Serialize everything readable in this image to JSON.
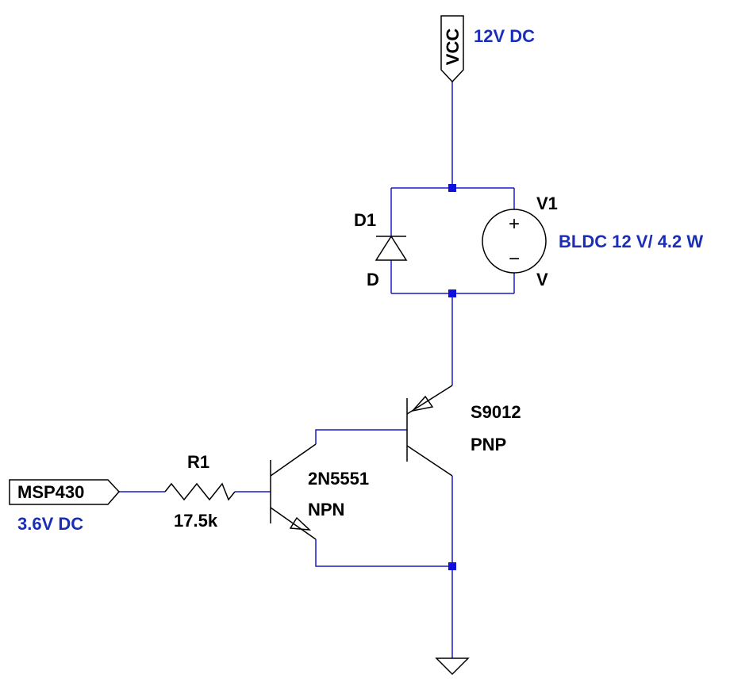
{
  "colors": {
    "wire": "#1a1acc",
    "junction": "#1010dd",
    "note": "#1a2eb8",
    "part": "#000000"
  },
  "vcc": {
    "label": "VCC",
    "note": "12V DC"
  },
  "diode": {
    "ref": "D1",
    "value": "D"
  },
  "source": {
    "ref": "V1",
    "value": "V",
    "note": "BLDC 12 V/ 4.2 W",
    "plus": "+",
    "minus": "−"
  },
  "pnp": {
    "ref": "S9012",
    "type": "PNP"
  },
  "npn": {
    "ref": "2N5551",
    "type": "NPN"
  },
  "resistor": {
    "ref": "R1",
    "value": "17.5k"
  },
  "input": {
    "label": "MSP430",
    "note": "3.6V DC"
  }
}
